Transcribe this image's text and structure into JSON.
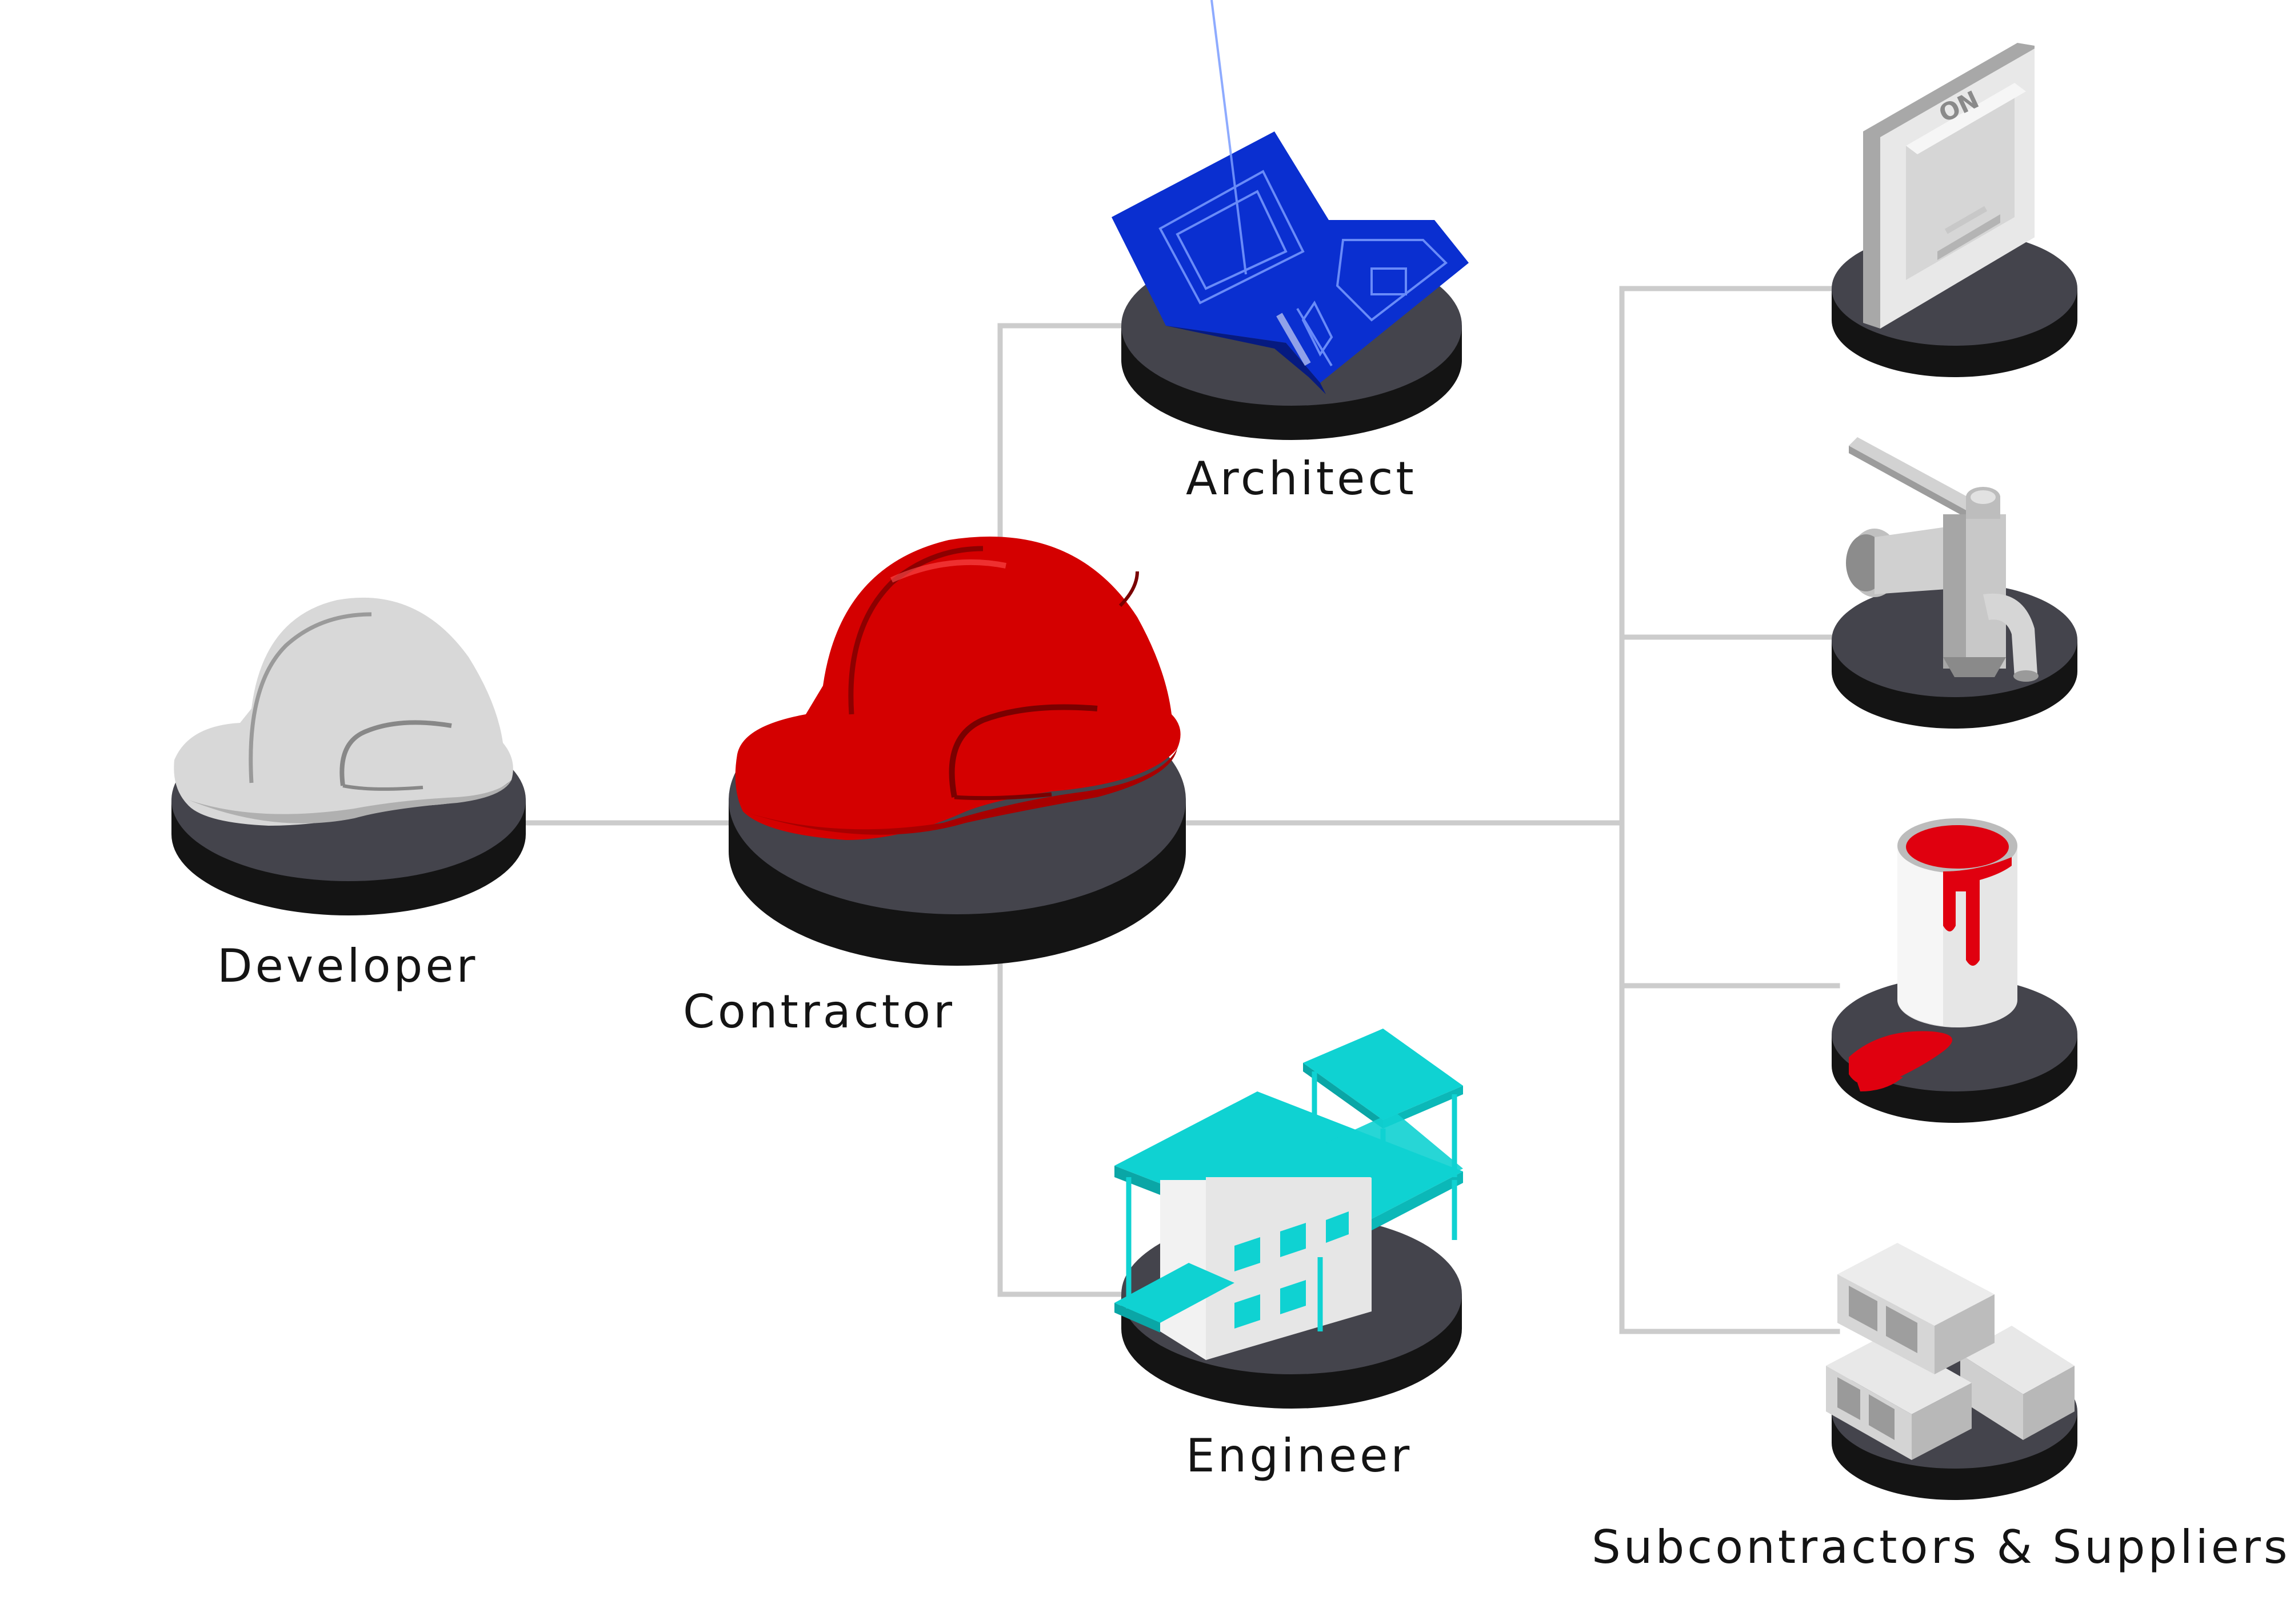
{
  "nodes": {
    "developer": {
      "label": "Developer"
    },
    "contractor": {
      "label": "Contractor"
    },
    "architect": {
      "label": "Architect"
    },
    "engineer": {
      "label": "Engineer"
    },
    "subcontractors": {
      "label": "Subcontractors & Suppliers"
    },
    "switch": {
      "text": "ON"
    }
  },
  "colors": {
    "connector": "#cccccc",
    "disk_top": "#44444c",
    "disk_side": "#141414",
    "white_helmet": "#d8d8d8",
    "red_helmet": "#d40000",
    "blueprint": "#0a2fd0",
    "building_teal": "#0fd2d2",
    "paint_red": "#e0000f",
    "label_text": "#141414"
  },
  "icons": [
    "white-hard-hat-icon",
    "red-hard-hat-icon",
    "blueprint-icon",
    "building-icon",
    "light-switch-icon",
    "faucet-icon",
    "paint-can-icon",
    "bricks-icon"
  ]
}
